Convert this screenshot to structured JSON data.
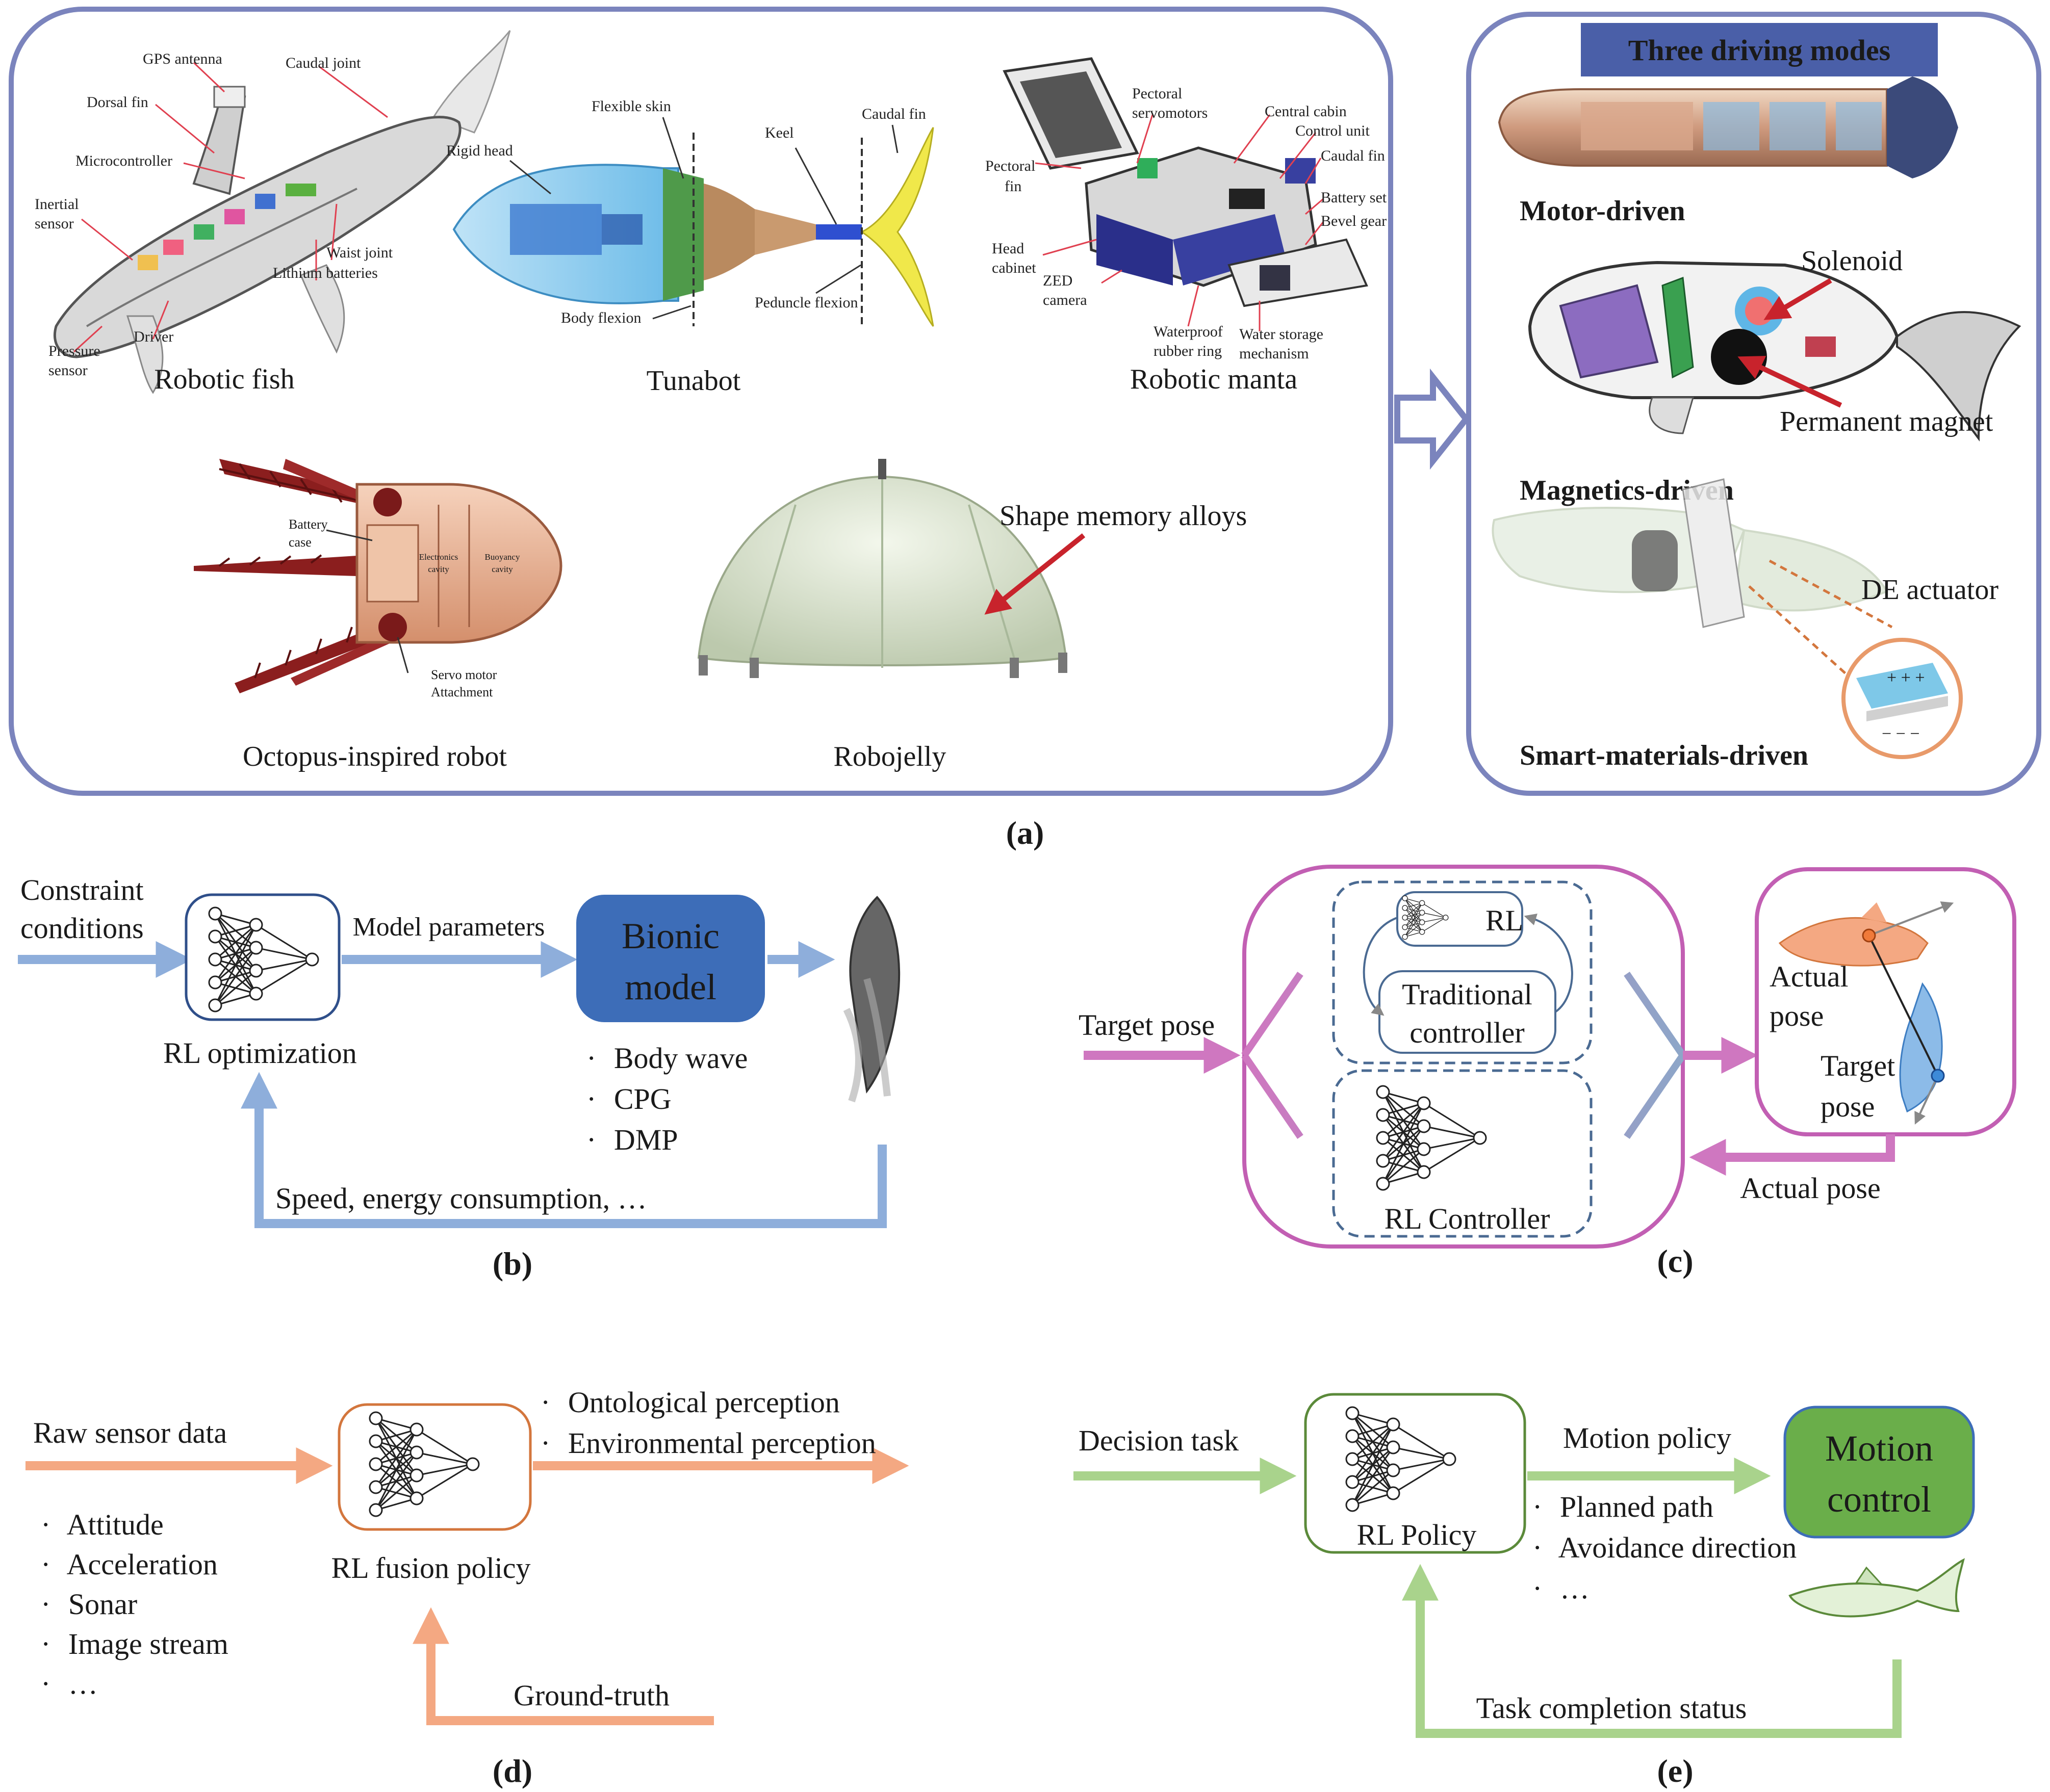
{
  "panel_a": {
    "caption": "(a)",
    "robots": {
      "robotic_fish": {
        "name": "Robotic fish",
        "labels": {
          "gps": "GPS antenna",
          "caudal_joint": "Caudal joint",
          "dorsal": "Dorsal fin",
          "micro": "Microcontroller",
          "inertial_1": "Inertial",
          "inertial_2": "sensor",
          "waist": "Waist joint",
          "lithium": "Lithium batteries",
          "driver": "Driver",
          "pressure_1": "Pressure",
          "pressure_2": "sensor"
        }
      },
      "tunabot": {
        "name": "Tunabot",
        "labels": {
          "flexible_skin": "Flexible skin",
          "rigid_head": "Rigid head",
          "keel": "Keel",
          "caudal_fin": "Caudal fin",
          "body_flexion": "Body flexion",
          "peduncle_flexion": "Peduncle flexion"
        }
      },
      "robotic_manta": {
        "name": "Robotic manta",
        "labels": {
          "pectoral_servo_1": "Pectoral",
          "pectoral_servo_2": "servomotors",
          "central_cabin": "Central cabin",
          "control_unit": "Control unit",
          "pectoral_fin_1": "Pectoral",
          "pectoral_fin_2": "fin",
          "caudal_fin": "Caudal fin",
          "battery_set": "Battery set",
          "bevel_gear": "Bevel gear",
          "head_cabinet_1": "Head",
          "head_cabinet_2": "cabinet",
          "zed_1": "ZED",
          "zed_2": "camera",
          "waterproof_1": "Waterproof",
          "waterproof_2": "rubber ring",
          "water_storage_1": "Water storage",
          "water_storage_2": "mechanism"
        }
      },
      "octopus": {
        "name": "Octopus-inspired robot",
        "labels": {
          "battery_1": "Battery",
          "battery_2": "case",
          "servo_1": "Servo motor",
          "servo_2": "Attachment",
          "electronics_1": "Electronics",
          "electronics_2": "cavity",
          "buoyancy_1": "Buoyancy",
          "buoyancy_2": "cavity"
        }
      },
      "robojelly": {
        "name": "Robojelly",
        "labels": {
          "sma": "Shape memory alloys"
        }
      }
    },
    "driving_modes": {
      "header": "Three driving modes",
      "motor": "Motor-driven",
      "magnetics": "Magnetics-driven",
      "solenoid": "Solenoid",
      "permanent_magnet": "Permanent magnet",
      "smart": "Smart-materials-driven",
      "de_actuator": "DE actuator"
    }
  },
  "panel_b": {
    "caption": "(b)",
    "input_1": "Constraint",
    "input_2": "conditions",
    "nn_label": "RL optimization",
    "arrow_label": "Model parameters",
    "model_1": "Bionic",
    "model_2": "model",
    "bullets": [
      "Body wave",
      "CPG",
      "DMP"
    ],
    "feedback": "Speed, energy consumption, …"
  },
  "panel_c": {
    "caption": "(c)",
    "input": "Target pose",
    "rl": "RL",
    "traditional_1": "Traditional",
    "traditional_2": "controller",
    "rl_controller": "RL Controller",
    "actual_1": "Actual",
    "actual_2": "pose",
    "target_1": "Target",
    "target_2": "pose",
    "feedback": "Actual pose"
  },
  "panel_d": {
    "caption": "(d)",
    "input": "Raw sensor data",
    "sensors": [
      "Attitude",
      "Acceleration",
      "Sonar",
      "Image stream",
      "…"
    ],
    "nn_label": "RL fusion policy",
    "outputs": [
      "Ontological perception",
      "Environmental perception"
    ],
    "ground_truth": "Ground-truth"
  },
  "panel_e": {
    "caption": "(e)",
    "input": "Decision task",
    "nn_label": "RL Policy",
    "arrow_label": "Motion policy",
    "control_1": "Motion",
    "control_2": "control",
    "bullets": [
      "Planned path",
      "Avoidance direction",
      "…"
    ],
    "feedback": "Task completion status"
  },
  "colors": {
    "frame_a": "#7b84bd",
    "header_bg": "#4a5fa8",
    "blue_arrow": "#8eaedb",
    "bionic_box": "#3d6db8",
    "magenta": "#c25fb3",
    "pink_arrow": "#cf77c0",
    "orange": "#f4a882",
    "orange_border": "#d3763d",
    "green": "#a9d38c",
    "green_border": "#5b8a3a",
    "motion_box": "#6aae4a"
  }
}
